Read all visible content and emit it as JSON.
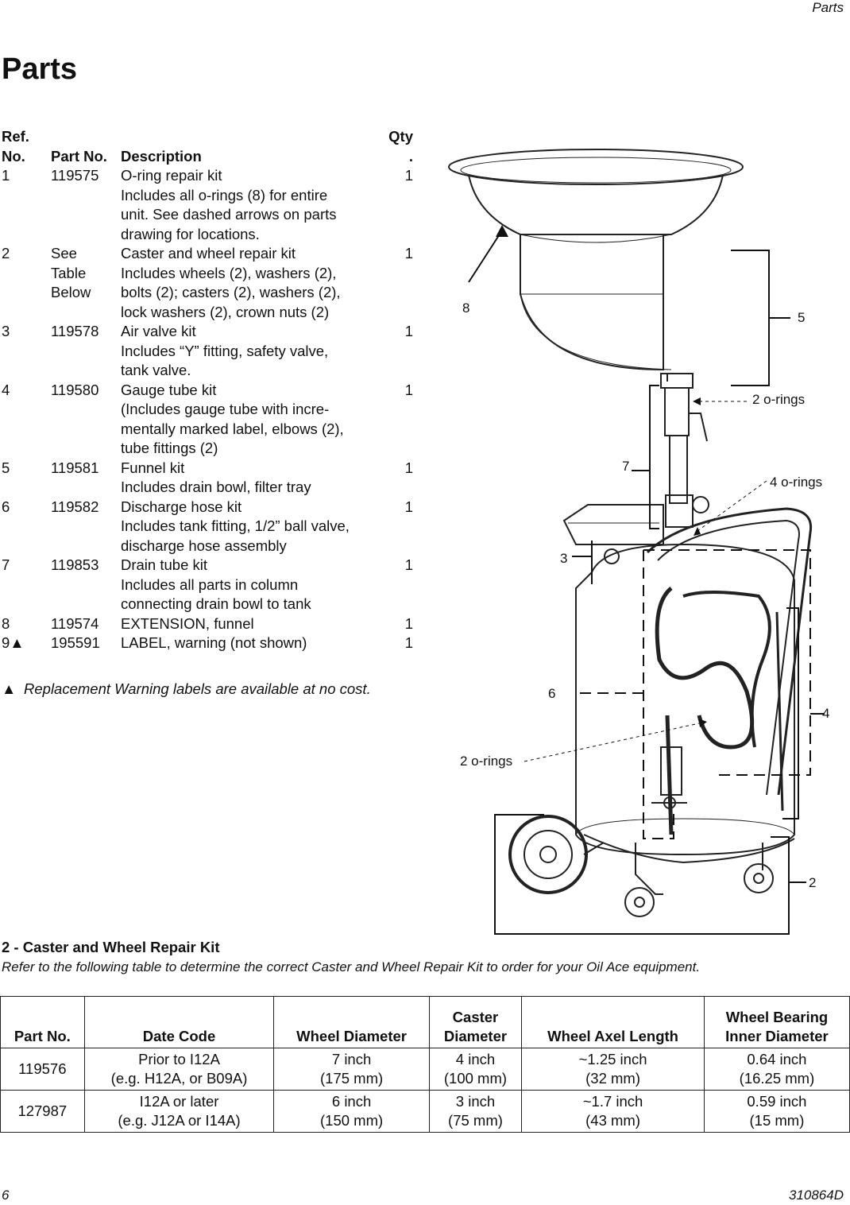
{
  "header": {
    "section": "Parts"
  },
  "page_title": "Parts",
  "parts_list": {
    "headers": {
      "ref_line1": "Ref.",
      "ref_line2": "No.",
      "part": "Part No.",
      "desc": "Description",
      "qty_line1": "Qty",
      "qty_line2": "."
    },
    "rows": [
      {
        "ref": "1",
        "part": [
          "119575"
        ],
        "desc": [
          "O-ring repair kit",
          "Includes all o-rings (8) for entire",
          "unit. See dashed arrows on parts",
          "drawing for locations."
        ],
        "qty": "1"
      },
      {
        "ref": "2",
        "part": [
          "See",
          "Table",
          "Below"
        ],
        "desc": [
          "Caster and wheel repair kit",
          "Includes wheels (2), washers (2),",
          "bolts (2); casters (2), washers (2),",
          "lock washers (2), crown nuts (2)"
        ],
        "qty": "1"
      },
      {
        "ref": "3",
        "part": [
          "119578"
        ],
        "desc": [
          "Air valve kit",
          "Includes “Y” fitting, safety valve,",
          "tank valve."
        ],
        "qty": "1"
      },
      {
        "ref": "4",
        "part": [
          "119580"
        ],
        "desc": [
          "Gauge tube kit",
          "(Includes gauge tube with incre-",
          "mentally marked label, elbows (2),",
          "tube fittings (2)"
        ],
        "qty": "1"
      },
      {
        "ref": "5",
        "part": [
          "119581"
        ],
        "desc": [
          "Funnel kit",
          "Includes drain bowl, filter tray"
        ],
        "qty": "1"
      },
      {
        "ref": "6",
        "part": [
          "119582"
        ],
        "desc": [
          "Discharge hose kit",
          "Includes tank fitting, 1/2” ball valve,",
          "discharge hose assembly"
        ],
        "qty": "1"
      },
      {
        "ref": "7",
        "part": [
          "119853"
        ],
        "desc": [
          "Drain tube kit",
          "Includes all parts in column",
          "connecting drain bowl to tank"
        ],
        "qty": "1"
      },
      {
        "ref": "8",
        "part": [
          "119574"
        ],
        "desc": [
          "EXTENSION, funnel"
        ],
        "qty": "1"
      },
      {
        "ref": "9▲",
        "part": [
          "195591"
        ],
        "desc": [
          "LABEL, warning (not shown)"
        ],
        "qty": "1"
      }
    ]
  },
  "note": {
    "symbol": "▲",
    "text": "Replacement Warning labels are available at no cost."
  },
  "drawing": {
    "callouts": {
      "c8": "8",
      "c5": "5",
      "c2orings_top": "2 o-rings",
      "c7": "7",
      "c4orings": "4 o-rings",
      "c3": "3",
      "c6": "6",
      "c4": "4",
      "c2orings_bottom": "2 o-rings",
      "c2": "2"
    }
  },
  "kit_section": {
    "title": "2 - Caster and Wheel Repair Kit",
    "subtitle": "Refer to the following table to determine the correct Caster and Wheel Repair Kit to order for your Oil Ace equipment."
  },
  "kit_table": {
    "headers": [
      [
        "Part No."
      ],
      [
        "Date Code"
      ],
      [
        "Wheel Diameter"
      ],
      [
        "Caster",
        "Diameter"
      ],
      [
        "Wheel Axel Length"
      ],
      [
        "Wheel Bearing",
        "Inner Diameter"
      ]
    ],
    "rows": [
      [
        [
          "119576"
        ],
        [
          "Prior to I12A",
          "(e.g. H12A, or B09A)"
        ],
        [
          "7 inch",
          "(175 mm)"
        ],
        [
          "4 inch",
          "(100 mm)"
        ],
        [
          "~1.25 inch",
          "(32 mm)"
        ],
        [
          "0.64 inch",
          "(16.25 mm)"
        ]
      ],
      [
        [
          "127987"
        ],
        [
          "I12A or later",
          "(e.g. J12A or I14A)"
        ],
        [
          "6 inch",
          "(150 mm)"
        ],
        [
          "3 inch",
          "(75 mm)"
        ],
        [
          "~1.7 inch",
          "(43 mm)"
        ],
        [
          "0.59 inch",
          "(15 mm)"
        ]
      ]
    ]
  },
  "footer": {
    "page_number": "6",
    "doc_number": "310864D"
  }
}
